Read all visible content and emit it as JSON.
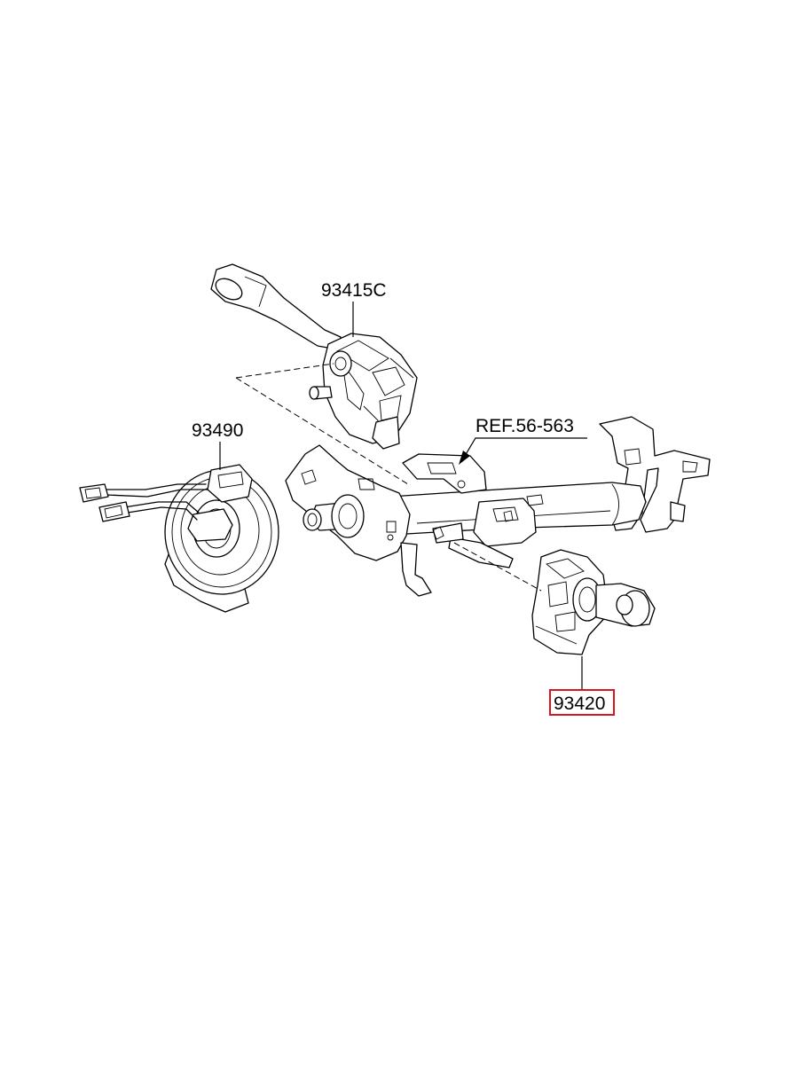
{
  "diagram": {
    "parts": [
      {
        "id": "multifunction-switch-lighting",
        "label": "93415C"
      },
      {
        "id": "clock-spring",
        "label": "93490"
      },
      {
        "id": "steering-column-reference",
        "label": "REF.56-563"
      },
      {
        "id": "multifunction-switch-wiper",
        "label": "93420",
        "highlighted": true
      }
    ],
    "colors": {
      "line": "#000000",
      "background": "#ffffff",
      "highlight": "#d9161c"
    }
  }
}
